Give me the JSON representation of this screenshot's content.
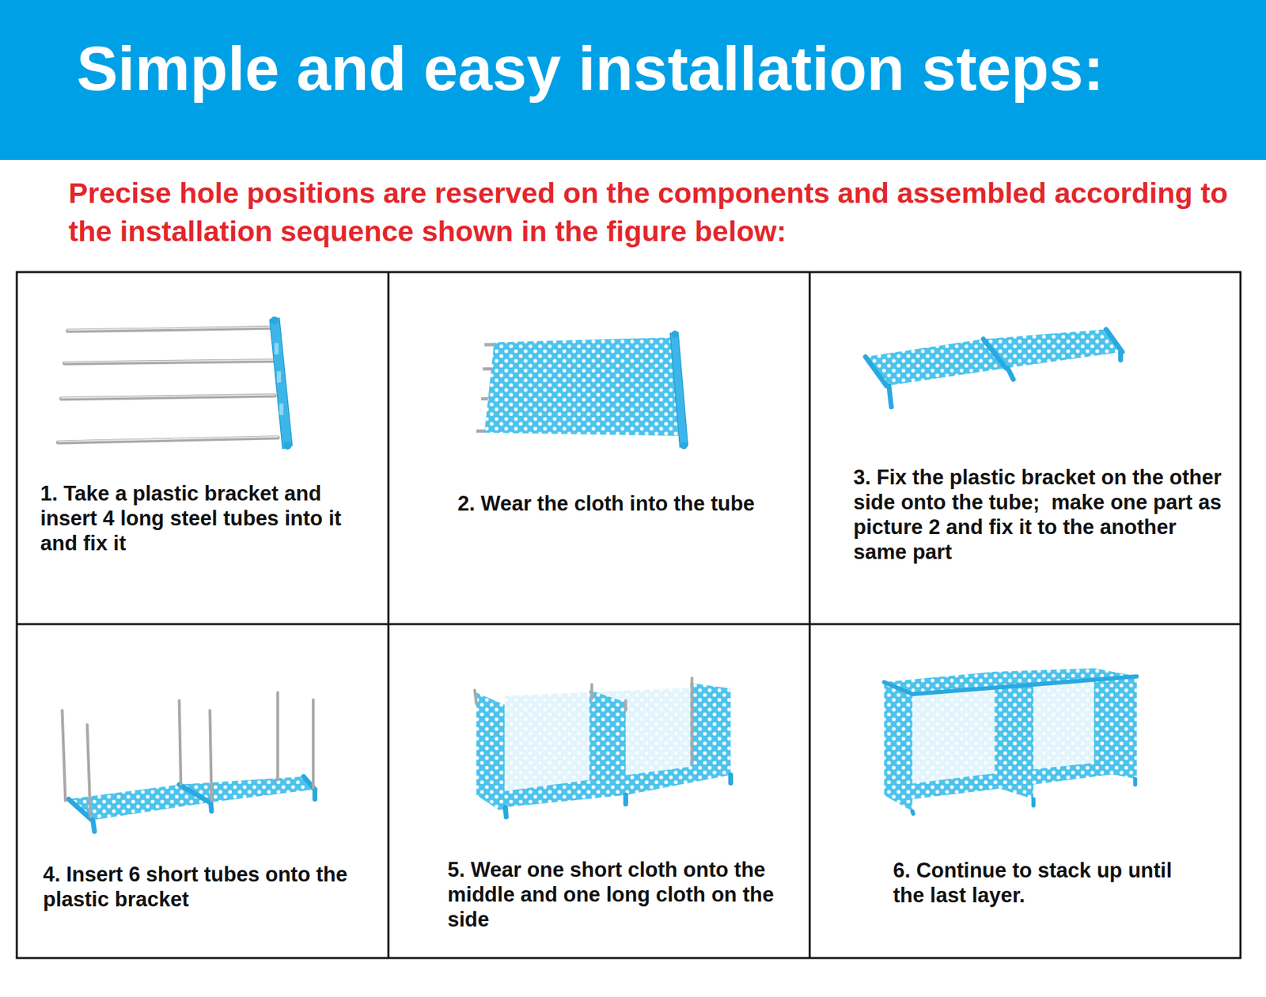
{
  "diagram": {
    "title": "Simple and easy installation steps:",
    "nodes": [
      {
        "text": [
          "1. Take a plastic bracket and insert 4 long steel tubes into it and fix it"
        ]
      },
      {
        "text": [
          "2. Wear the cloth into the tube"
        ]
      },
      {
        "text": [
          "3. Fix the plastic bracket on the other side onto the tube;  make one part as picture 2 and fix it to the another same part"
        ]
      },
      {
        "text": [
          "4. Insert 6 short tubes onto the plastic bracket"
        ]
      },
      {
        "text": [
          "5. Wear one short cloth onto the middle and one long cloth on the side"
        ]
      },
      {
        "text": [
          "6. Continue to stack up until the last layer."
        ]
      }
    ],
    "labels": [
      "Precise hole positions are reserved on the components and assembled according to the installation sequence shown in the figure below:"
    ]
  }
}
